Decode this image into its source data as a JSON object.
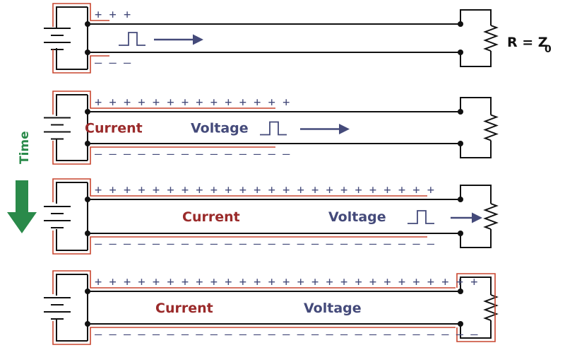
{
  "colors": {
    "wire": "#111111",
    "current_path": "#c8452e",
    "voltage": "#444a7a",
    "current_label": "#9a2a2a",
    "time_arrow": "#2a8a4a"
  },
  "time_label": "Time",
  "resistor_label": "R = Z",
  "resistor_subscript": "0",
  "current_label": "Current",
  "voltage_label": "Voltage",
  "stages": [
    {
      "plus_signs": "+ + +",
      "minus_signs": "— — —",
      "show_current": false,
      "show_voltage": false,
      "pulse": "left"
    },
    {
      "plus_signs": "+ + + + + + + + + + + + + +",
      "minus_signs": "— — — — — — — — — — — — — —",
      "show_current": true,
      "show_voltage": true,
      "pulse": "middle"
    },
    {
      "plus_signs": "+ + + + + + + + + + + + + + + + + + + + + + + +",
      "minus_signs": "— — — — — — — — — — — — — — — — — — — — — — — —",
      "show_current": true,
      "show_voltage": true,
      "pulse": "right"
    },
    {
      "plus_signs": "+ + + + + + + + + + + + + + + + + + + + + + + + + + +",
      "minus_signs": "— — — — — — — — — — — — — — — — — — — — — — — — — — —",
      "show_current": true,
      "show_voltage": true,
      "pulse": "none"
    }
  ]
}
